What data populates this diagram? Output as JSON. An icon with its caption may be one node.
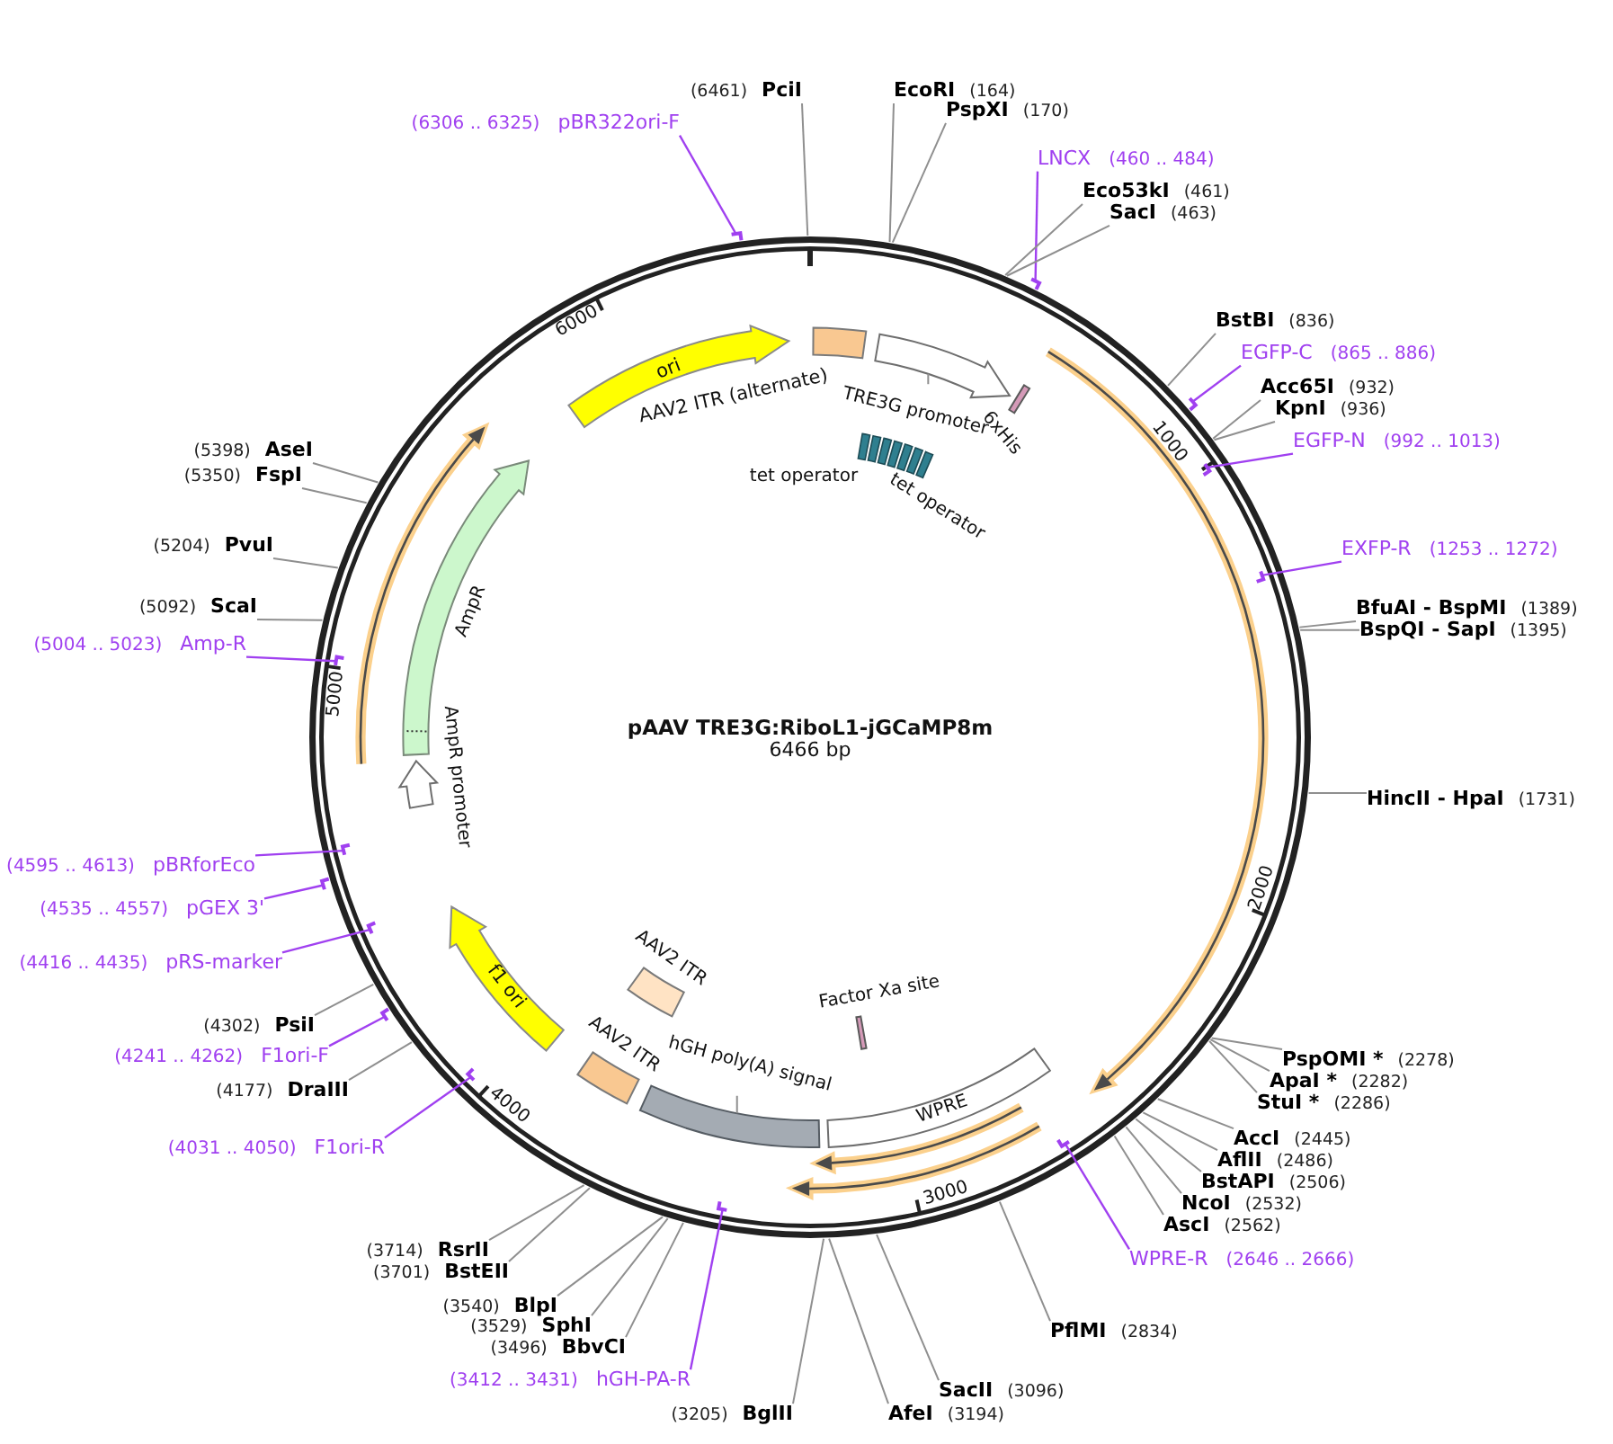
{
  "diagram": {
    "title": "pAAV TRE3G:RiboL1-jGCaMP8m",
    "nodes": [
      {
        "text": [
          "(6461)",
          "PciI"
        ]
      },
      {
        "text": [
          "EcoRI",
          "(164)"
        ]
      },
      {
        "text": [
          "PspXI",
          "(170)"
        ]
      },
      {
        "text": [
          "LNCX",
          "(460 .. 484)"
        ]
      },
      {
        "text": [],
        "shape": "bar"
      },
      {
        "text": [
          "Eco53kI",
          "(461)"
        ]
      },
      {
        "text": [
          "SacI",
          "(463)"
        ]
      },
      {
        "text": [
          "BstBI",
          "(836)"
        ]
      },
      {
        "text": [
          "EGFP-C",
          "(865 .. 886)"
        ]
      },
      {
        "text": [],
        "shape": "bar"
      },
      {
        "text": [
          "Acc65I",
          "(932)"
        ]
      },
      {
        "text": [
          "KpnI",
          "(936)"
        ]
      },
      {
        "text": [
          "EGFP-N",
          "(992 .. 1013)"
        ]
      },
      {
        "text": [],
        "shape": "bar"
      },
      {
        "text": [
          "EXFP-R",
          "(1253 .. 1272)"
        ]
      },
      {
        "text": [],
        "shape": "bar"
      },
      {
        "text": [
          "BfuAI - BspMI",
          "(1389)"
        ]
      },
      {
        "text": [
          "BspQI - SapI",
          "(1395)"
        ]
      },
      {
        "text": [
          "HincII - HpaI",
          "(1731)"
        ]
      },
      {
        "text": [
          "PspOMI *",
          "(2278)"
        ]
      },
      {
        "text": [
          "ApaI *",
          "(2282)"
        ]
      },
      {
        "text": [
          "StuI *",
          "(2286)"
        ]
      },
      {
        "text": [
          "AccI",
          "(2445)"
        ]
      },
      {
        "text": [
          "AflII",
          "(2486)"
        ]
      },
      {
        "text": [
          "BstAPI",
          "(2506)"
        ]
      },
      {
        "text": [
          "NcoI",
          "(2532)"
        ]
      },
      {
        "text": [
          "AscI",
          "(2562)"
        ]
      },
      {
        "text": [
          "WPRE-R",
          "(2646 .. 2666)"
        ]
      },
      {
        "text": [],
        "shape": "bar"
      },
      {
        "text": [
          "PflMI",
          "(2834)"
        ]
      },
      {
        "text": [
          "SacII",
          "(3096)"
        ]
      },
      {
        "text": [
          "AfeI",
          "(3194)"
        ]
      },
      {
        "text": [
          "(3205)",
          "BglII"
        ]
      },
      {
        "text": [
          "(3412 .. 3431)",
          "hGH-PA-R"
        ]
      },
      {
        "text": [],
        "shape": "bar"
      },
      {
        "text": [
          "(3496)",
          "BbvCI"
        ]
      },
      {
        "text": [
          "(3529)",
          "SphI"
        ]
      },
      {
        "text": [
          "(3540)",
          "BlpI"
        ]
      },
      {
        "text": [
          "(3701)",
          "BstEII"
        ]
      },
      {
        "text": [
          "(3714)",
          "RsrII"
        ]
      },
      {
        "text": [
          "(4031 .. 4050)",
          "F1ori-R"
        ]
      },
      {
        "text": [],
        "shape": "bar"
      },
      {
        "text": [
          "(4177)",
          "DraIII"
        ]
      },
      {
        "text": [
          "(4241 .. 4262)",
          "F1ori-F"
        ]
      },
      {
        "text": [],
        "shape": "bar"
      },
      {
        "text": [
          "(4302)",
          "PsiI"
        ]
      },
      {
        "text": [
          "(4416 .. 4435)",
          "pRS-marker"
        ]
      },
      {
        "text": [],
        "shape": "bar"
      },
      {
        "text": [
          "(4535 .. 4557)",
          "pGEX 3'"
        ]
      },
      {
        "text": [],
        "shape": "bar"
      },
      {
        "text": [
          "(4595 .. 4613)",
          "pBRforEco"
        ]
      },
      {
        "text": [],
        "shape": "bar"
      },
      {
        "text": [
          "(5004 .. 5023)",
          "Amp-R"
        ]
      },
      {
        "text": [],
        "shape": "bar"
      },
      {
        "text": [
          "(5092)",
          "ScaI"
        ]
      },
      {
        "text": [
          "(5204)",
          "PvuI"
        ]
      },
      {
        "text": [
          "(5350)",
          "FspI"
        ]
      },
      {
        "text": [
          "(5398)",
          "AseI"
        ]
      },
      {
        "text": [
          "(6306 .. 6325)",
          "pBR322ori-F"
        ]
      },
      {
        "text": [],
        "shape": "bar"
      },
      {
        "text": [
          "AAV2 ITR (alternate)"
        ]
      },
      {
        "text": [
          "ori"
        ]
      },
      {
        "text": [],
        "shape": "arrow"
      },
      {
        "text": [
          "TRE3G promoter"
        ]
      },
      {
        "text": [
          "6xHis"
        ]
      },
      {
        "text": [
          "tet operator",
          "tet operator"
        ]
      },
      {
        "text": [],
        "shape": "arrow"
      },
      {
        "text": [],
        "shape": "arrow"
      },
      {
        "text": [],
        "shape": "arrow"
      },
      {
        "text": [
          "Factor Xa site"
        ]
      },
      {
        "text": [
          "WPRE"
        ]
      },
      {
        "text": [],
        "shape": "box"
      },
      {
        "text": [
          "hGH poly(A) signal"
        ]
      },
      {
        "text": [
          "AAV2 ITR"
        ]
      },
      {
        "text": [
          "AAV2 ITR"
        ]
      },
      {
        "text": [
          "f1 ori"
        ]
      },
      {
        "text": [
          "AmpR promoter"
        ]
      },
      {
        "text": [
          "AmpR"
        ]
      },
      {
        "text": [],
        "shape": "arrow"
      }
    ],
    "edges": [
      {
        "from": 0,
        "to": null,
        "arrow": "none"
      },
      {
        "from": 1,
        "to": null,
        "arrow": "none"
      },
      {
        "from": 2,
        "to": null,
        "arrow": "none"
      },
      {
        "from": 3,
        "to": 4,
        "arrow": "none",
        "color": "#a040f0"
      },
      {
        "from": 5,
        "to": null,
        "arrow": "none"
      },
      {
        "from": 6,
        "to": null,
        "arrow": "none"
      },
      {
        "from": 7,
        "to": null,
        "arrow": "none"
      },
      {
        "from": 8,
        "to": 9,
        "arrow": "none",
        "color": "#a040f0"
      },
      {
        "from": 10,
        "to": null,
        "arrow": "none"
      },
      {
        "from": 11,
        "to": null,
        "arrow": "none"
      },
      {
        "from": 12,
        "to": 13,
        "arrow": "none",
        "color": "#a040f0"
      },
      {
        "from": 14,
        "to": 15,
        "arrow": "none",
        "color": "#a040f0"
      },
      {
        "from": 16,
        "to": null,
        "arrow": "none"
      },
      {
        "from": 17,
        "to": null,
        "arrow": "none"
      },
      {
        "from": 18,
        "to": null,
        "arrow": "none"
      },
      {
        "from": 19,
        "to": null,
        "arrow": "none"
      },
      {
        "from": 20,
        "to": null,
        "arrow": "none"
      },
      {
        "from": 21,
        "to": null,
        "arrow": "none"
      },
      {
        "from": 22,
        "to": null,
        "arrow": "none"
      },
      {
        "from": 23,
        "to": null,
        "arrow": "none"
      },
      {
        "from": 24,
        "to": null,
        "arrow": "none"
      },
      {
        "from": 25,
        "to": null,
        "arrow": "none"
      },
      {
        "from": 26,
        "to": null,
        "arrow": "none"
      },
      {
        "from": 27,
        "to": 28,
        "arrow": "none",
        "color": "#a040f0"
      },
      {
        "from": 29,
        "to": null,
        "arrow": "none"
      },
      {
        "from": 30,
        "to": null,
        "arrow": "none"
      },
      {
        "from": 31,
        "to": null,
        "arrow": "none"
      },
      {
        "from": 32,
        "to": null,
        "arrow": "none"
      },
      {
        "from": 33,
        "to": 34,
        "arrow": "none",
        "color": "#a040f0"
      },
      {
        "from": 35,
        "to": null,
        "arrow": "none"
      },
      {
        "from": 36,
        "to": null,
        "arrow": "none"
      },
      {
        "from": 37,
        "to": null,
        "arrow": "none"
      },
      {
        "from": 38,
        "to": null,
        "arrow": "none"
      },
      {
        "from": 39,
        "to": null,
        "arrow": "none"
      },
      {
        "from": 40,
        "to": 41,
        "arrow": "none",
        "color": "#a040f0"
      },
      {
        "from": 42,
        "to": null,
        "arrow": "none"
      },
      {
        "from": 43,
        "to": 44,
        "arrow": "none",
        "color": "#a040f0"
      },
      {
        "from": 45,
        "to": null,
        "arrow": "none"
      },
      {
        "from": 46,
        "to": 47,
        "arrow": "none",
        "color": "#a040f0"
      },
      {
        "from": 48,
        "to": 49,
        "arrow": "none",
        "color": "#a040f0"
      },
      {
        "from": 50,
        "to": 51,
        "arrow": "none",
        "color": "#a040f0"
      },
      {
        "from": 52,
        "to": 53,
        "arrow": "none",
        "color": "#a040f0"
      },
      {
        "from": 54,
        "to": null,
        "arrow": "none"
      },
      {
        "from": 55,
        "to": null,
        "arrow": "none"
      },
      {
        "from": 56,
        "to": null,
        "arrow": "none"
      },
      {
        "from": 57,
        "to": null,
        "arrow": "none"
      },
      {
        "from": 58,
        "to": 59,
        "arrow": "none",
        "color": "#a040f0"
      },
      {
        "from": 63,
        "to": 62,
        "arrow": "none"
      },
      {
        "from": 72,
        "to": 71,
        "arrow": "none"
      }
    ],
    "labels": [
      "6000",
      "1000",
      "5000",
      "6466 bp",
      "2000",
      "4000",
      "3000"
    ]
  }
}
